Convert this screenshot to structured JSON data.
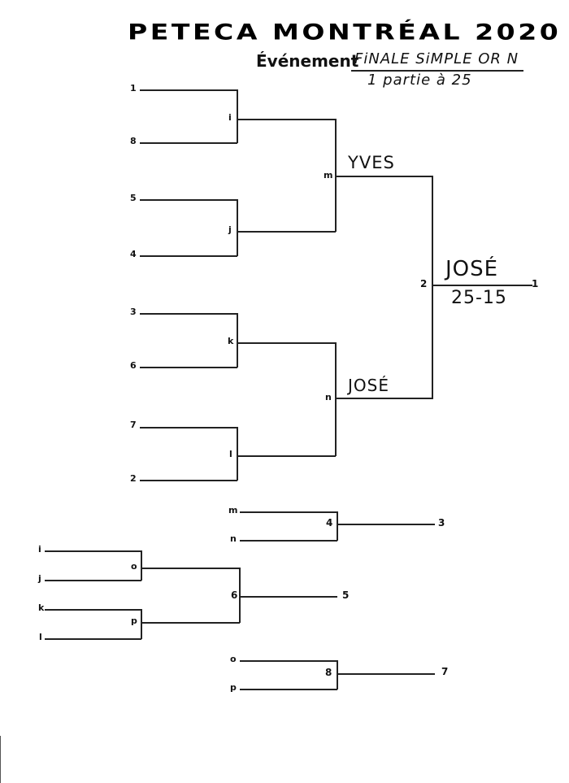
{
  "header": {
    "title": "PETECA MONTRÉAL 2020",
    "event_label": "Événement",
    "event_value_line1": "FiNALE SiMPLE OR N",
    "event_value_line2": "1 partie à 25"
  },
  "main_bracket": {
    "seeds": [
      "1",
      "8",
      "5",
      "4",
      "3",
      "6",
      "7",
      "2"
    ],
    "round2_labels": [
      "i",
      "j",
      "k",
      "l"
    ],
    "semi_labels": [
      "m",
      "n"
    ],
    "final_label": "2",
    "winner_rank": "1",
    "semi_winner_top": "YVES",
    "semi_winner_bottom": "JOSÉ",
    "champion": "JOSÉ",
    "final_score": "25-15"
  },
  "third_place": {
    "inputs": [
      "m",
      "n"
    ],
    "match_label": "4",
    "winner_rank": "3"
  },
  "fifth_place": {
    "inputs": [
      "i",
      "j",
      "k",
      "l"
    ],
    "sub_labels": [
      "o",
      "p"
    ],
    "match_label": "6",
    "winner_rank": "5"
  },
  "seventh_place": {
    "inputs": [
      "o",
      "p"
    ],
    "match_label": "8",
    "winner_rank": "7"
  }
}
